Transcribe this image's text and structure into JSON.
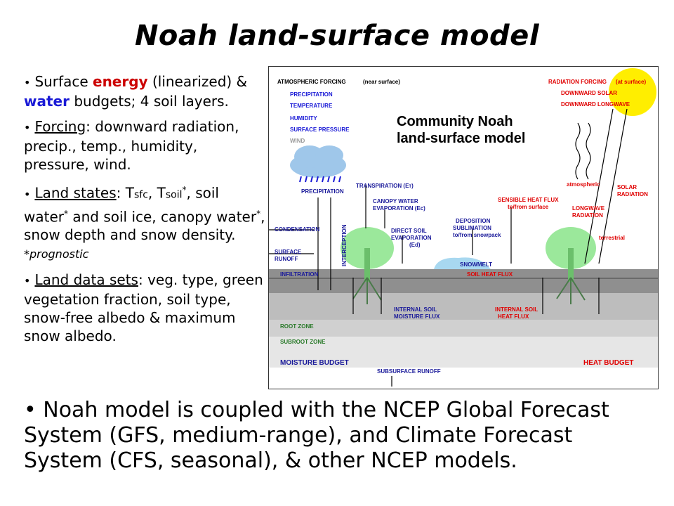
{
  "title": "Noah land-surface model",
  "bullets": {
    "b1": {
      "marker": "•",
      "pre": "Surface",
      "energy": "energy",
      "mid": "(linearized) &",
      "water": "water",
      "post": "budgets; 4 soil layers."
    },
    "b2": {
      "marker": "•",
      "key": "Forcing",
      "text": ": downward radiation, precip., temp., humidity, pressure, wind."
    },
    "b3": {
      "marker": "•",
      "key": "Land states",
      "t1": "T",
      "t1sub": "sfc",
      "sep": ", T",
      "t2sub": "soil",
      "star": "*",
      "text1": ", soil water",
      "text2": " and soil ice, canopy water",
      "text3": ", snow depth and snow density.",
      "prognostic": "*prognostic"
    },
    "b4": {
      "marker": "•",
      "key": "Land data sets",
      "text": ": veg. type, green vegetation fraction, soil type, snow-free albedo & maximum snow albedo."
    }
  },
  "bottom": {
    "marker": "•",
    "text": "Noah model is coupled with the NCEP Global Forecast System (GFS, medium-range), and Climate Forecast System (CFS, seasonal), & other NCEP models."
  },
  "diagram": {
    "title_line1": "Community Noah",
    "title_line2": "land-surface model",
    "atm_forcing": "ATMOSPHERIC FORCING",
    "atm_near": "(near surface)",
    "precipitation": "PRECIPITATION",
    "temperature": "TEMPERATURE",
    "humidity": "HUMIDITY",
    "surface_pressure": "SURFACE PRESSURE",
    "wind": "WIND",
    "rad_forcing": "RADIATION FORCING",
    "rad_at": "(at surface)",
    "downward_solar": "DOWNWARD SOLAR",
    "downward_longwave": "DOWNWARD LONGWAVE",
    "precip_cloud": "PRECIPITATION",
    "transpiration": "TRANSPIRATION (E",
    "transpiration_sub": "T",
    "canopy_water": "CANOPY WATER",
    "evaporation_ec": "EVAPORATION (Ec)",
    "interception": "INTERCEPTION",
    "condensation": "CONDENSATION",
    "surface": "SURFACE",
    "runoff": "RUNOFF",
    "direct_soil": "DIRECT SOIL",
    "evaporation": "EVAPORATION",
    "ed": "(Ed)",
    "deposition": "DEPOSITION",
    "sublimation": "SUBLIMATION",
    "to_from_snowpack": "to/from snowpack",
    "snowmelt": "SNOWMELT",
    "sensible": "SENSIBLE HEAT FLUX",
    "to_from_surface": "to/from surface",
    "atmospheric": "atmospheric",
    "longwave": "LONGWAVE",
    "radiation": "RADIATION",
    "terrestrial": "terrestrial",
    "solar": "SOLAR",
    "solar_radiation": "RADIATION",
    "infiltration": "INFILTRATION",
    "soil_heat_flux": "SOIL HEAT FLUX",
    "internal_soil": "INTERNAL SOIL",
    "moisture_flux": "MOISTURE FLUX",
    "internal_soil_heat": "INTERNAL SOIL",
    "heat_flux": "HEAT FLUX",
    "root_zone": "ROOT ZONE",
    "subroot_zone": "SUBROOT ZONE",
    "moisture_budget": "MOISTURE BUDGET",
    "heat_budget": "HEAT BUDGET",
    "subsurface_runoff": "SUBSURFACE RUNOFF"
  },
  "colors": {
    "energy": "#cc0000",
    "water": "#1a1ad6",
    "sun": "#ffee00",
    "tree": "#9be89b",
    "cloud": "#9fc7ea",
    "soil_top": "#8f8f8f",
    "soil_mid": "#bdbdbd",
    "soil_low": "#d9d9d9",
    "soil_base": "#ececec"
  }
}
